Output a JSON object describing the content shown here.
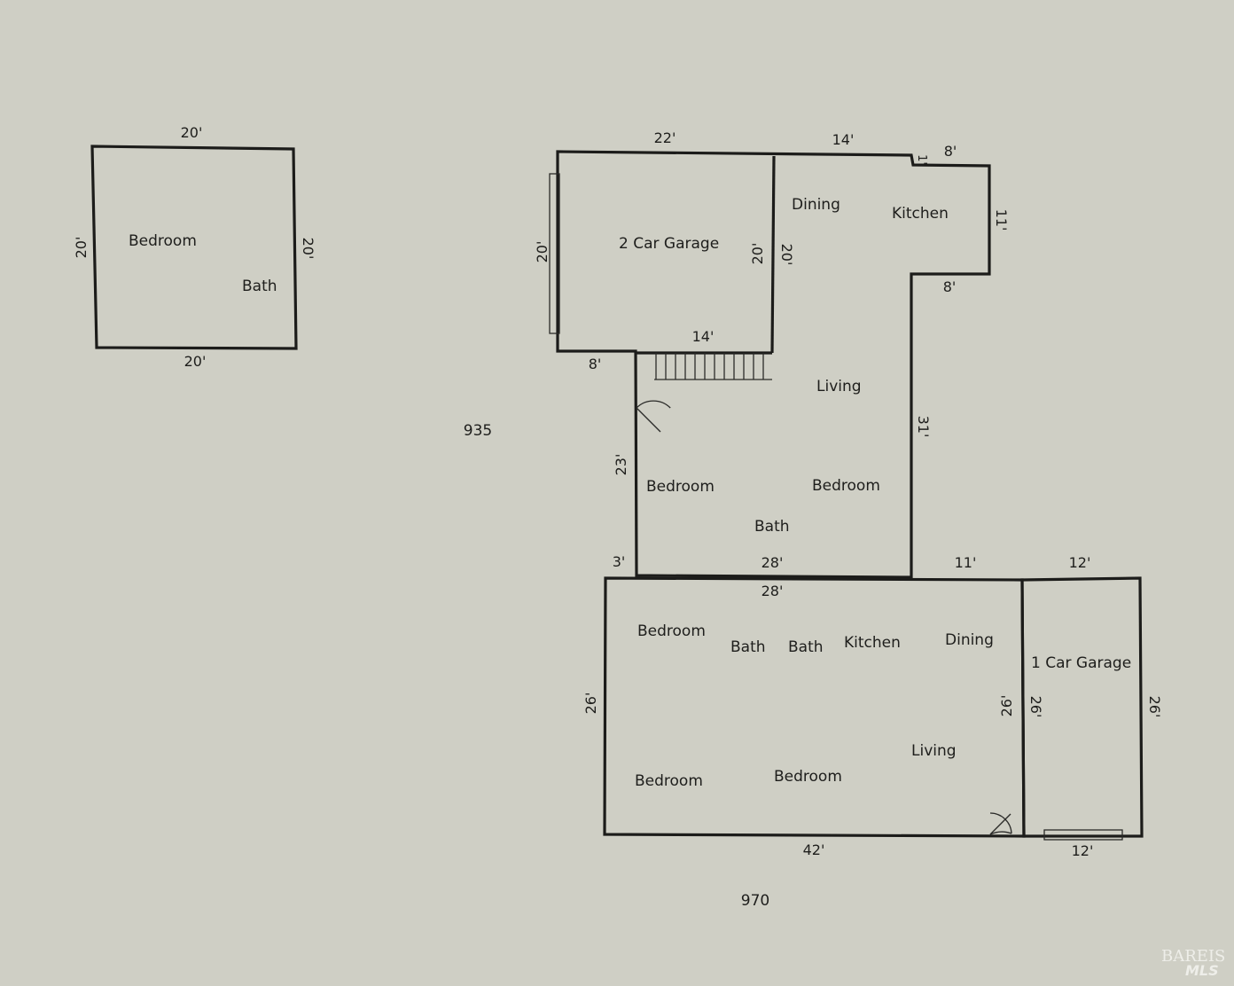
{
  "structures": {
    "detached": {
      "rooms": [
        "Bedroom",
        "Bath"
      ],
      "dims": {
        "top": "20'",
        "bottom": "20'",
        "left": "20'",
        "right": "20'"
      }
    },
    "upper": {
      "area": "935",
      "rooms": {
        "garage": "2 Car Garage",
        "dining": "Dining",
        "kitchen": "Kitchen",
        "living": "Living",
        "bedroom_a": "Bedroom",
        "bedroom_b": "Bedroom",
        "bath": "Bath"
      },
      "dims": {
        "garage_top": "22'",
        "top_mid": "14'",
        "notch": "1'",
        "kitchen_top": "8'",
        "kitchen_right": "11'",
        "kitchen_bottom": "8'",
        "garage_left": "20'",
        "garage_right_in": "20'",
        "dining_left": "20'",
        "garage_bottom": "14'",
        "step_below": "8'",
        "right_long": "31'",
        "left_long": "23'",
        "jog": "3'",
        "bottom": "28'"
      }
    },
    "lower": {
      "area": "970",
      "rooms": {
        "bedroom_tl": "Bedroom",
        "bath_1": "Bath",
        "bath_2": "Bath",
        "kitchen": "Kitchen",
        "dining": "Dining",
        "living": "Living",
        "bedroom_bl": "Bedroom",
        "bedroom_bm": "Bedroom",
        "garage": "1 Car Garage"
      },
      "dims": {
        "top": "28'",
        "top_right": "11'",
        "garage_top": "12'",
        "left": "26'",
        "main_right": "26'",
        "garage_left": "26'",
        "garage_right": "26'",
        "bottom": "42'",
        "garage_bottom": "12'"
      }
    }
  },
  "watermark": {
    "line1": "BAREIS",
    "line2": "MLS"
  }
}
